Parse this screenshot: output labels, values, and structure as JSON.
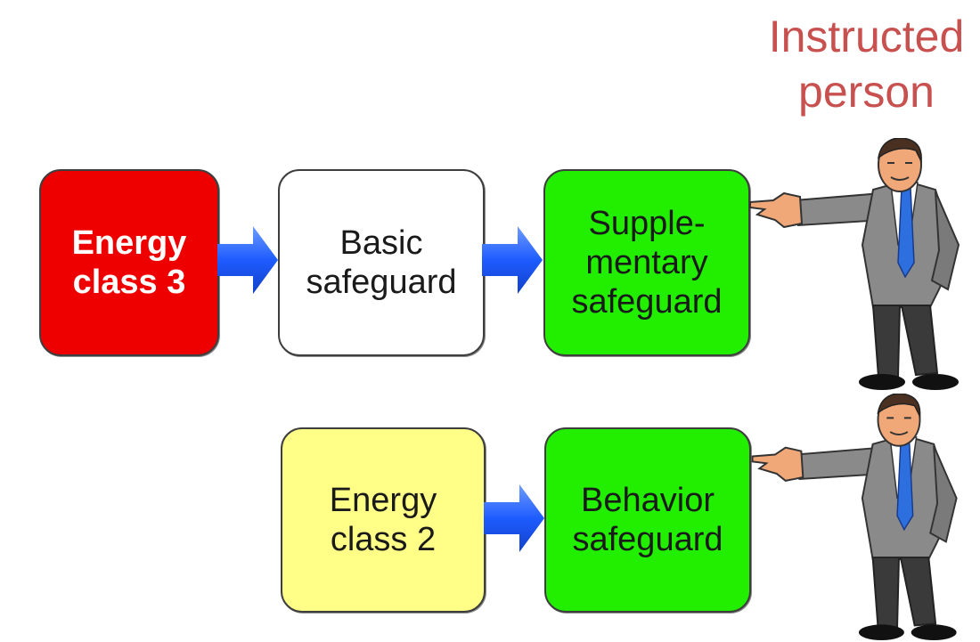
{
  "title": {
    "line1": "Instructed",
    "line2": "person"
  },
  "boxes": {
    "energy_class_3": {
      "line1": "Energy",
      "line2": "class 3",
      "fill": "#ee0000"
    },
    "basic_safeguard": {
      "line1": "Basic",
      "line2": "safeguard",
      "fill": "#ffffff"
    },
    "supplementary_safeguard": {
      "line1": "Supple-",
      "line2": "mentary",
      "line3": "safeguard",
      "fill": "#22ee00"
    },
    "energy_class_2": {
      "line1": "Energy",
      "line2": "class 2",
      "fill": "#ffff88"
    },
    "behavior_safeguard": {
      "line1": "Behavior",
      "line2": "safeguard",
      "fill": "#22ee00"
    }
  },
  "colors": {
    "title": "#c8504f",
    "arrow": "#1e5cff",
    "suit": "#8a8a8a",
    "tie": "#2e6fe0"
  },
  "icons": [
    "right-arrow-icon",
    "instructed-person-icon"
  ]
}
